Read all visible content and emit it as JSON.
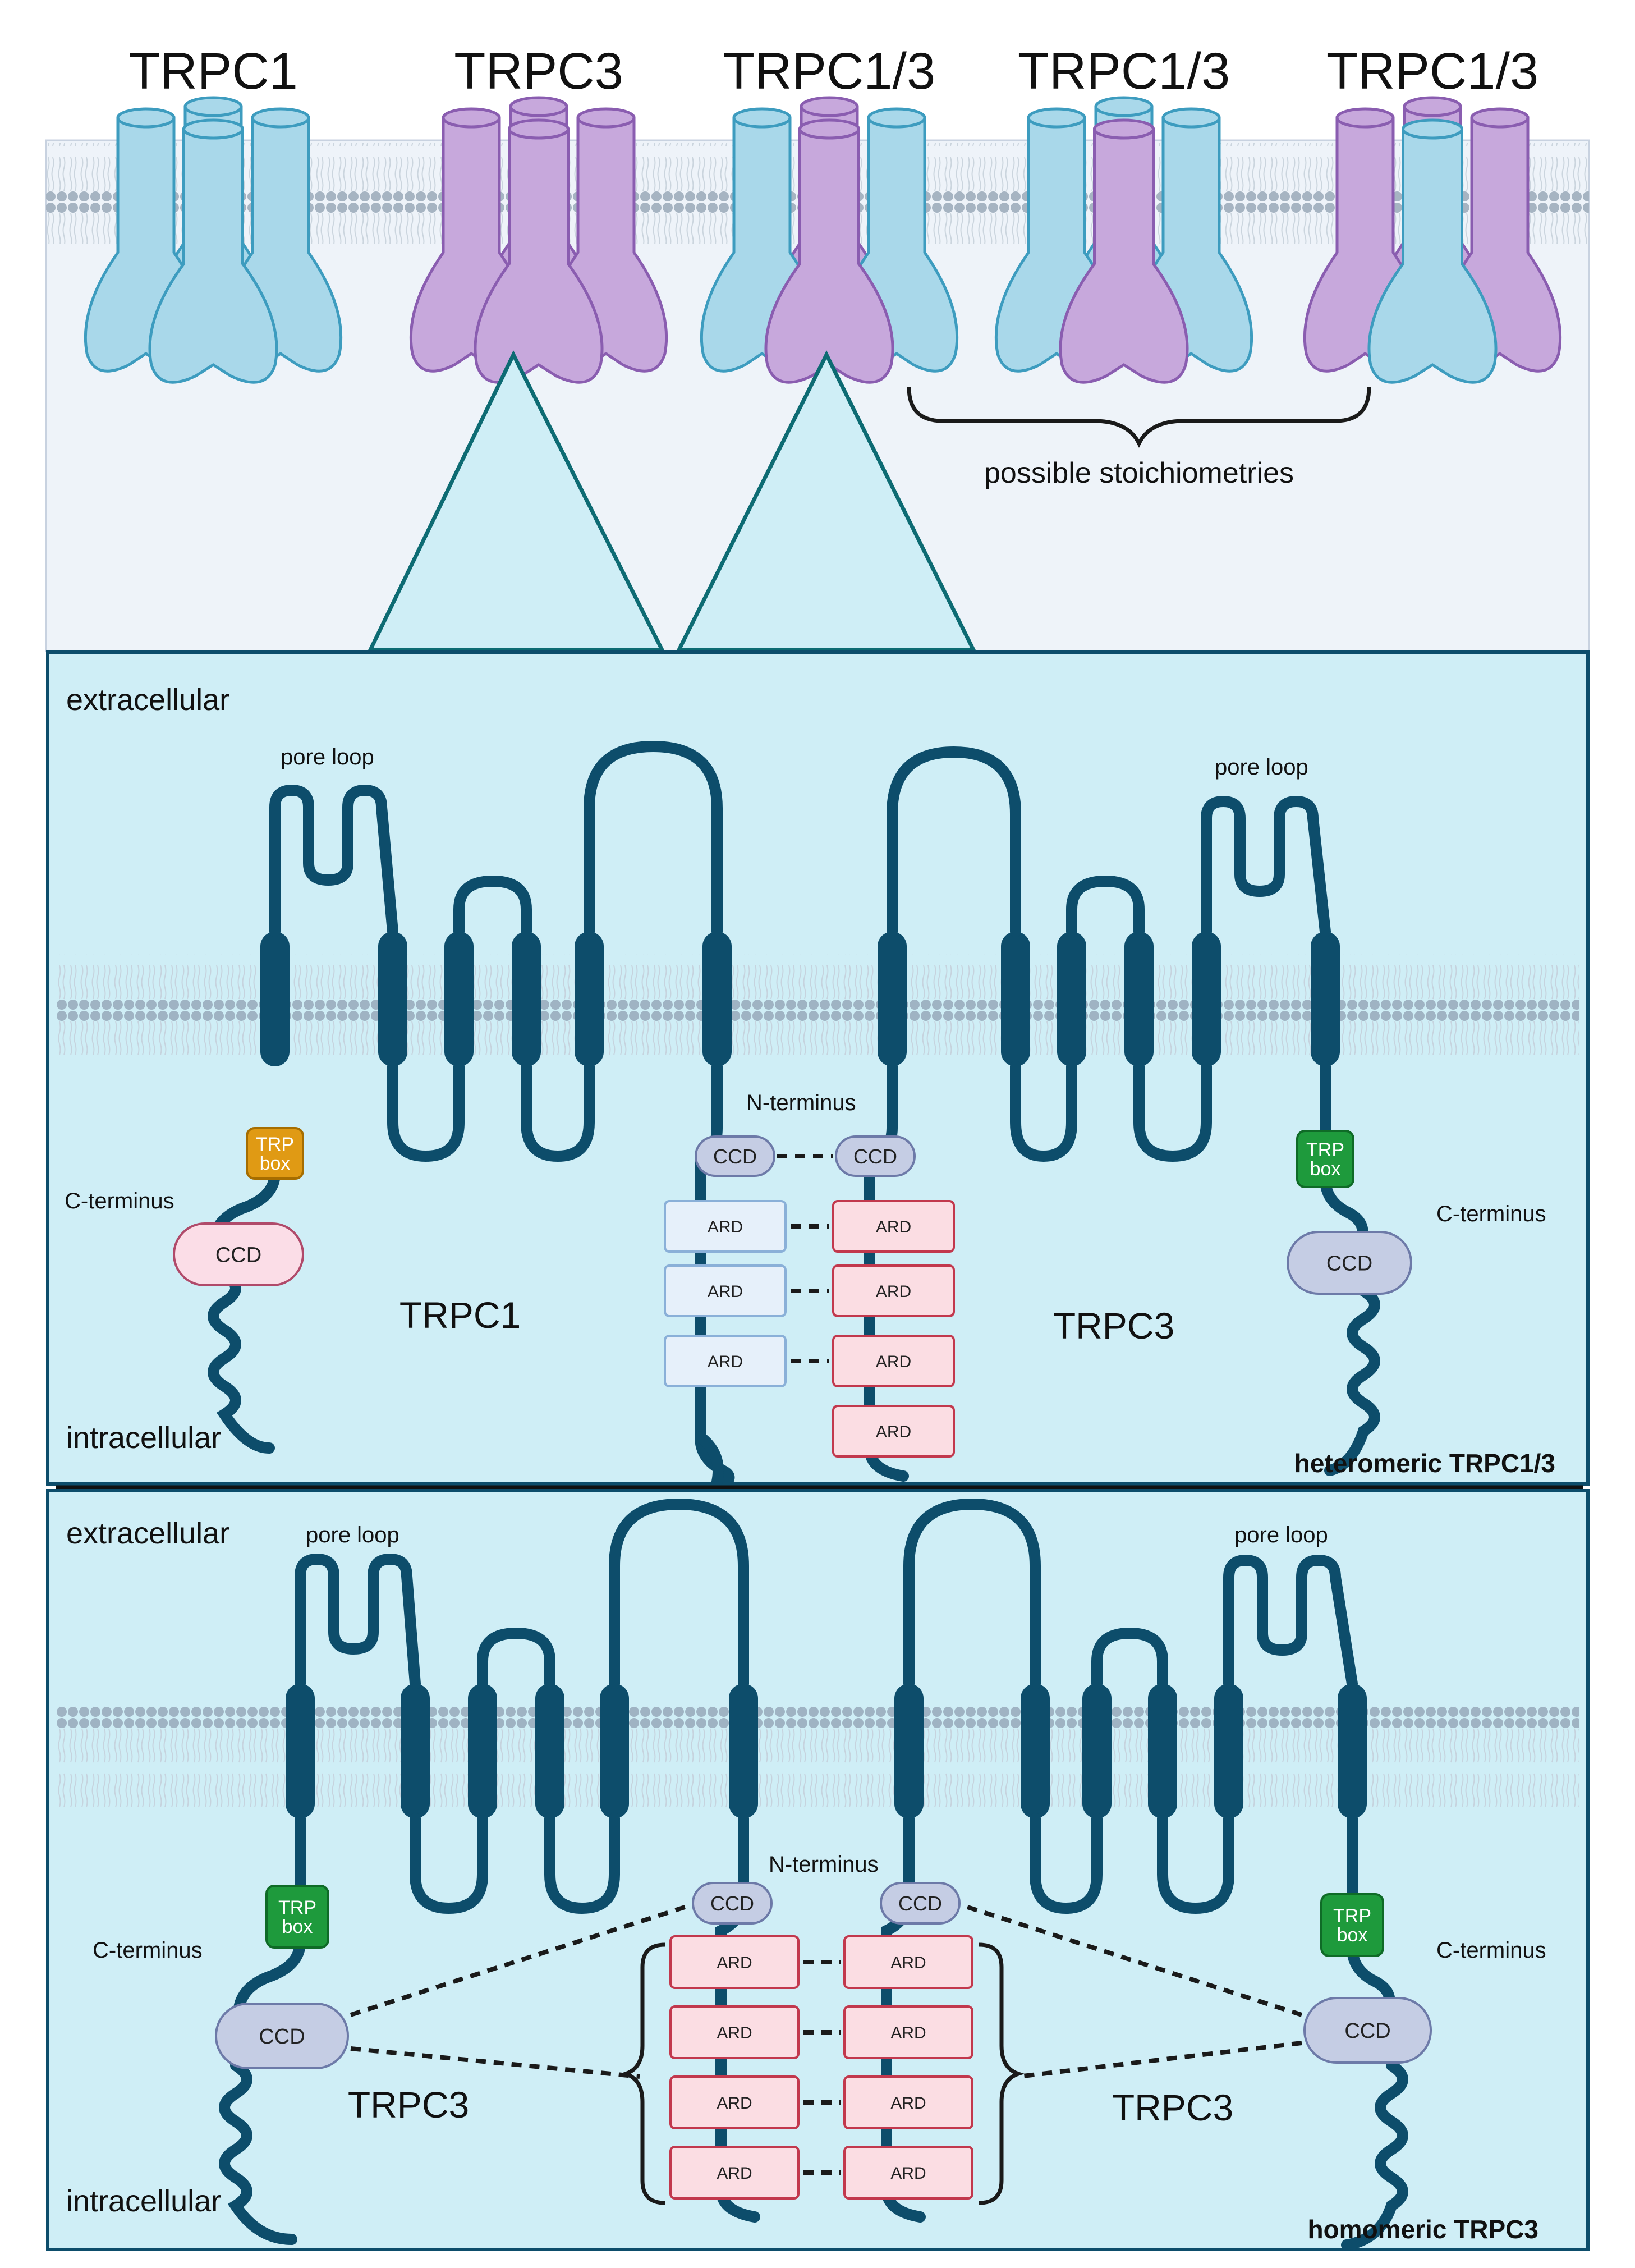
{
  "colors": {
    "trpc1_fill": "#a9d8ea",
    "trpc1_stroke": "#3d9cbf",
    "trpc3_fill": "#c7a8dc",
    "trpc3_stroke": "#8a5db0",
    "protein_line": "#0d4d6b",
    "lipid_head": "#9fb3c3",
    "lipid_tail": "#c6d3de",
    "panel_fill": "#cfeef6",
    "panel_stroke": "#0d4d6b",
    "top_bg": "#eef3f9",
    "trpbox_trpc1": "#e09a14",
    "trpbox_trpc3": "#1e9a3c",
    "ccd_fill": "#c5cde4",
    "ccd_pink_fill": "#fbdde7",
    "ard_trpc1_fill": "#e6f0fa",
    "ard_trpc3_fill": "#fbdde3",
    "ard_trpc3_stroke": "#c2384d"
  },
  "top": {
    "channels": [
      {
        "label": "TRPC1"
      },
      {
        "label": "TRPC3"
      },
      {
        "label": "TRPC1/3"
      },
      {
        "label": "TRPC1/3"
      },
      {
        "label": "TRPC1/3"
      }
    ],
    "stoichiometry_note": "possible stoichiometries"
  },
  "panel_a": {
    "extracellular": "extracellular",
    "intracellular": "intracellular",
    "pore_loop_left": "pore loop",
    "pore_loop_right": "pore loop",
    "n_terminus": "N-terminus",
    "c_terminus_left": "C-terminus",
    "c_terminus_right": "C-terminus",
    "subunit_left": "TRPC1",
    "subunit_right": "TRPC3",
    "trp_box_left": [
      "TRP",
      "box"
    ],
    "trp_box_right": [
      "TRP",
      "box"
    ],
    "ccd": "CCD",
    "ard": "ARD",
    "title": "heteromeric TRPC1/3"
  },
  "panel_b": {
    "extracellular": "extracellular",
    "intracellular": "intracellular",
    "pore_loop_left": "pore loop",
    "pore_loop_right": "pore loop",
    "n_terminus": "N-terminus",
    "c_terminus_left": "C-terminus",
    "c_terminus_right": "C-terminus",
    "subunit_left": "TRPC3",
    "subunit_right": "TRPC3",
    "trp_box_left": [
      "TRP",
      "box"
    ],
    "trp_box_right": [
      "TRP",
      "box"
    ],
    "ccd": "CCD",
    "ard": "ARD",
    "title": "homomeric TRPC3"
  }
}
